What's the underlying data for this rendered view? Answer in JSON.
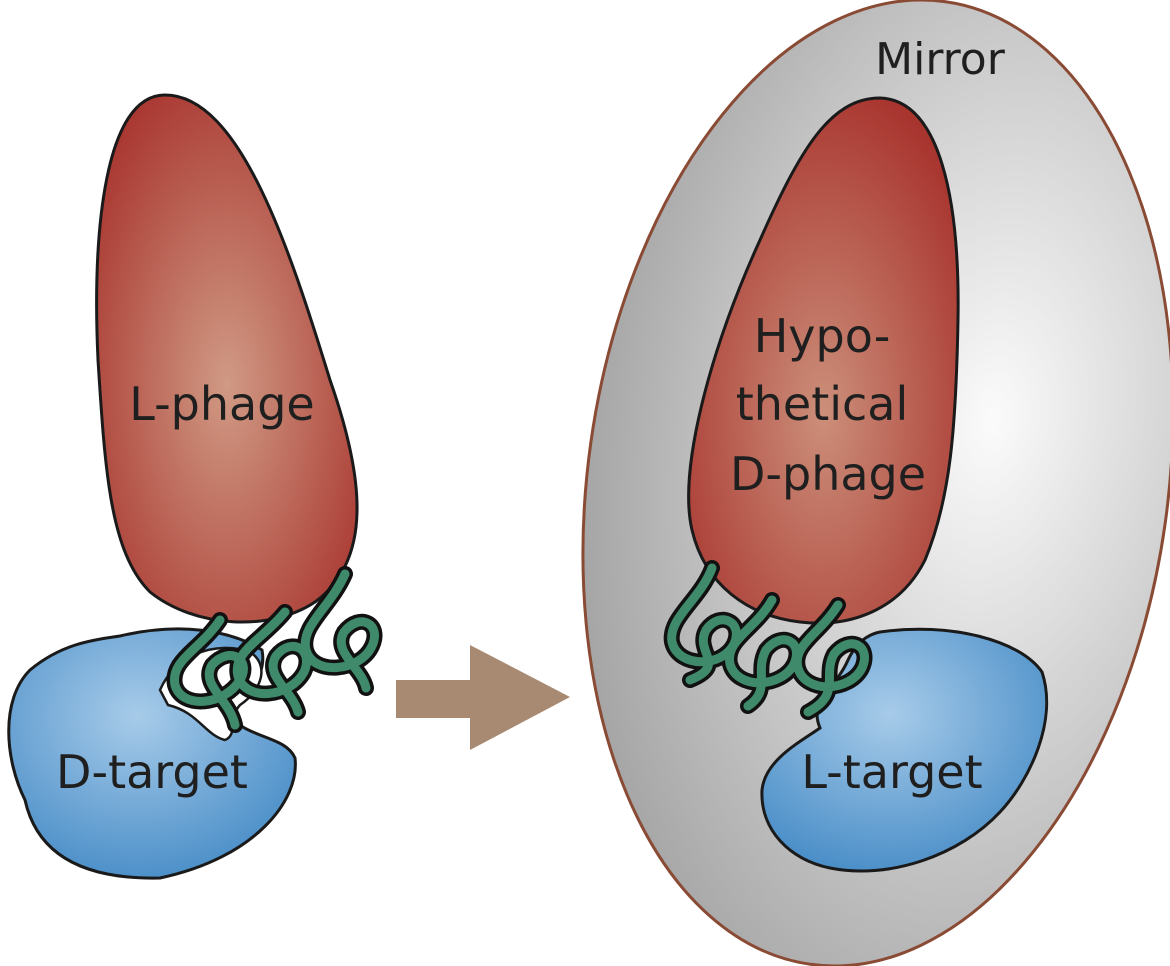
{
  "left": {
    "phage_label": "L-phage",
    "target_label": "D-target"
  },
  "right": {
    "mirror_label": "Mirror",
    "phage_label_lines": [
      "Hypo-",
      "thetical",
      "D-phage"
    ],
    "target_label": "L-target"
  },
  "colors": {
    "phage_dark": "#a8342e",
    "phage_light": "#d09a84",
    "target_dark": "#3f87c4",
    "target_light": "#a7cbe9",
    "tail": "#3f8a6b",
    "arrow": "#a88a72",
    "mirror_light": "#fbfbfb",
    "mirror_dark": "#a5a5a5",
    "mirror_stroke": "#8a4b35"
  }
}
